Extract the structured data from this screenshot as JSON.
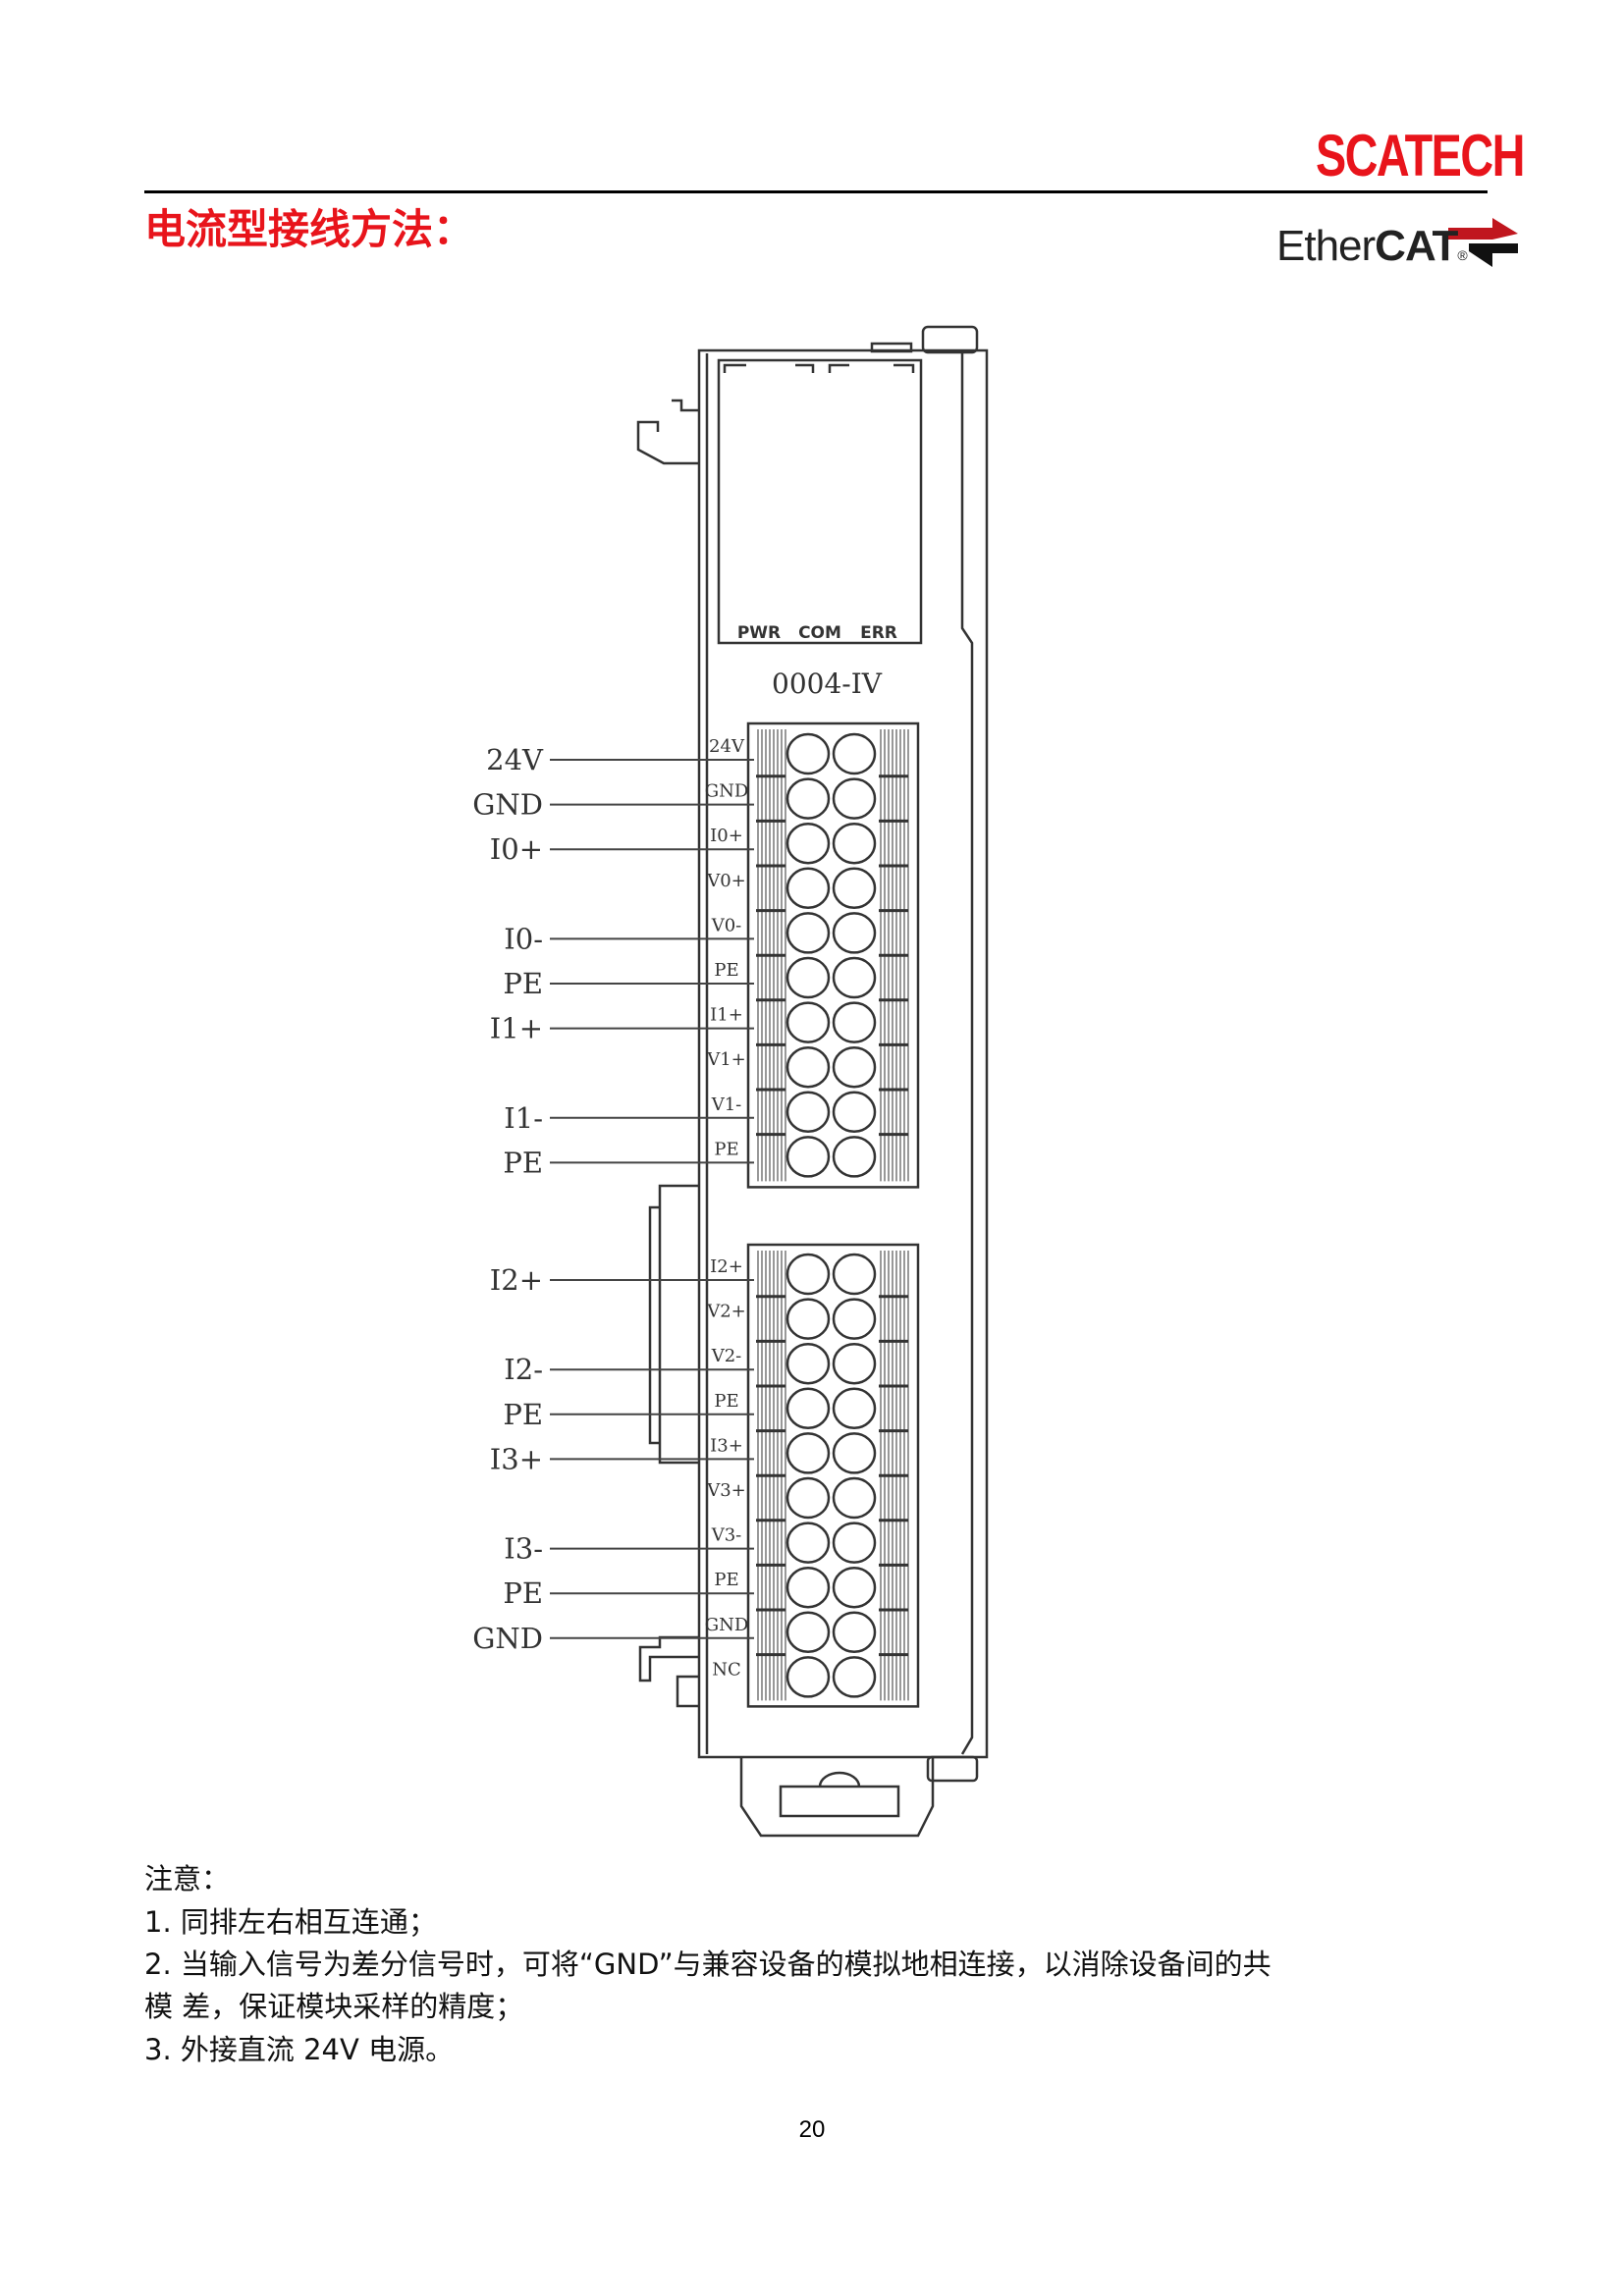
{
  "header": {
    "brand": "SCATECH",
    "ethercat_logo": {
      "text_light": "Ether",
      "text_bold": "CAT",
      "registered": "®"
    }
  },
  "title": "电流型接线方法：",
  "module": {
    "model": "0004-IV",
    "leds": [
      "PWR",
      "COM",
      "ERR"
    ],
    "block1_pins": [
      "24V",
      "GND",
      "I0+",
      "V0+",
      "V0-",
      "PE",
      "I1+",
      "V1+",
      "V1-",
      "PE"
    ],
    "block2_pins": [
      "I2+",
      "V2+",
      "V2-",
      "PE",
      "I3+",
      "V3+",
      "V3-",
      "PE",
      "GND",
      "NC"
    ]
  },
  "wiring_labels": [
    {
      "label": "24V",
      "block": 1,
      "pin": 0
    },
    {
      "label": "GND",
      "block": 1,
      "pin": 1
    },
    {
      "label": "I0+",
      "block": 1,
      "pin": 2
    },
    {
      "label": "I0-",
      "block": 1,
      "pin": 4
    },
    {
      "label": "PE",
      "block": 1,
      "pin": 5
    },
    {
      "label": "I1+",
      "block": 1,
      "pin": 6
    },
    {
      "label": "I1-",
      "block": 1,
      "pin": 8
    },
    {
      "label": "PE",
      "block": 1,
      "pin": 9
    },
    {
      "label": "I2+",
      "block": 2,
      "pin": 0
    },
    {
      "label": "I2-",
      "block": 2,
      "pin": 2
    },
    {
      "label": "PE",
      "block": 2,
      "pin": 3
    },
    {
      "label": "I3+",
      "block": 2,
      "pin": 4
    },
    {
      "label": "I3-",
      "block": 2,
      "pin": 6
    },
    {
      "label": "PE",
      "block": 2,
      "pin": 7
    },
    {
      "label": "GND",
      "block": 2,
      "pin": 8
    }
  ],
  "notes": {
    "heading": "注意：",
    "items": [
      "1.  同排左右相互连通；",
      "2.  当输入信号为差分信号时，可将“GND”与兼容设备的模拟地相连接，以消除设备间的共",
      "模 差，保证模块采样的精度；",
      "3.  外接直流 24V 电源。"
    ]
  },
  "page_number": "20"
}
